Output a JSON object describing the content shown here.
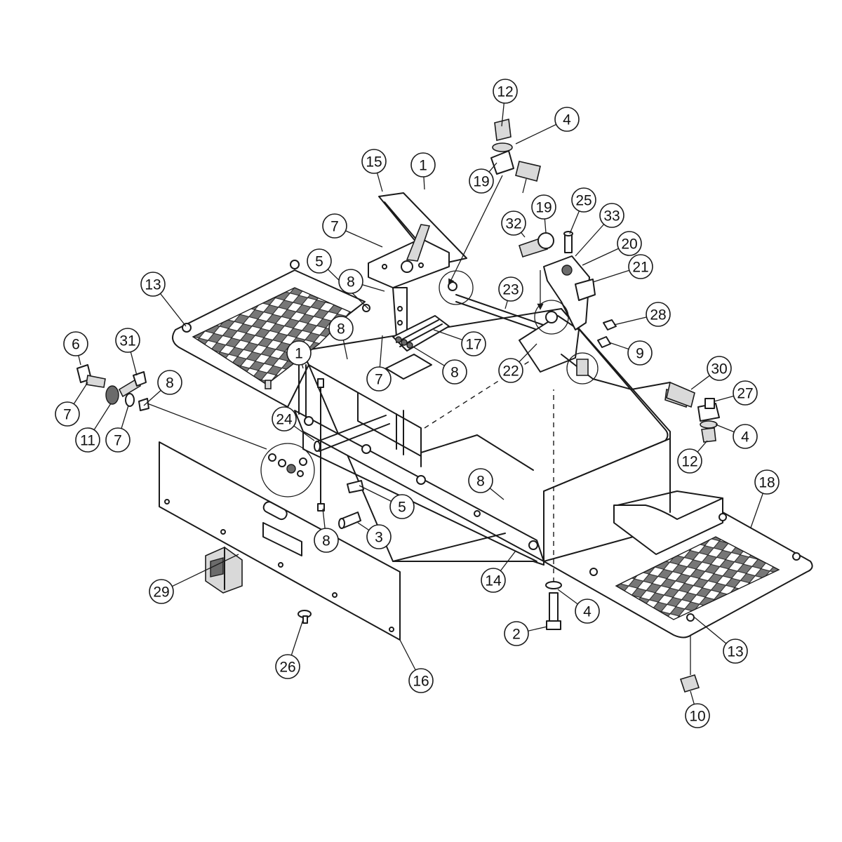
{
  "diagram": {
    "callouts": [
      {
        "id": "c12a",
        "label": "12"
      },
      {
        "id": "c4a",
        "label": "4"
      },
      {
        "id": "c19a",
        "label": "19"
      },
      {
        "id": "c15",
        "label": "15"
      },
      {
        "id": "c1a",
        "label": "1"
      },
      {
        "id": "c32",
        "label": "32"
      },
      {
        "id": "c19b",
        "label": "19"
      },
      {
        "id": "c25",
        "label": "25"
      },
      {
        "id": "c33",
        "label": "33"
      },
      {
        "id": "c20",
        "label": "20"
      },
      {
        "id": "c21",
        "label": "21"
      },
      {
        "id": "c7a",
        "label": "7"
      },
      {
        "id": "c5a",
        "label": "5"
      },
      {
        "id": "c13a",
        "label": "13"
      },
      {
        "id": "c8a",
        "label": "8"
      },
      {
        "id": "c23",
        "label": "23"
      },
      {
        "id": "c28",
        "label": "28"
      },
      {
        "id": "c8b",
        "label": "8"
      },
      {
        "id": "c17",
        "label": "17"
      },
      {
        "id": "c9",
        "label": "9"
      },
      {
        "id": "c6",
        "label": "6"
      },
      {
        "id": "c31",
        "label": "31"
      },
      {
        "id": "c1b",
        "label": "1"
      },
      {
        "id": "c7b",
        "label": "7"
      },
      {
        "id": "c8c",
        "label": "8"
      },
      {
        "id": "c22",
        "label": "22"
      },
      {
        "id": "c30",
        "label": "30"
      },
      {
        "id": "c8d",
        "label": "8"
      },
      {
        "id": "c27",
        "label": "27"
      },
      {
        "id": "c7c",
        "label": "7"
      },
      {
        "id": "c11",
        "label": "11"
      },
      {
        "id": "c7d",
        "label": "7"
      },
      {
        "id": "c24",
        "label": "24"
      },
      {
        "id": "c4b",
        "label": "4"
      },
      {
        "id": "c12b",
        "label": "12"
      },
      {
        "id": "c8e",
        "label": "8"
      },
      {
        "id": "c18",
        "label": "18"
      },
      {
        "id": "c5b",
        "label": "5"
      },
      {
        "id": "c8f",
        "label": "8"
      },
      {
        "id": "c3",
        "label": "3"
      },
      {
        "id": "c14",
        "label": "14"
      },
      {
        "id": "c29",
        "label": "29"
      },
      {
        "id": "c4c",
        "label": "4"
      },
      {
        "id": "c2",
        "label": "2"
      },
      {
        "id": "c13b",
        "label": "13"
      },
      {
        "id": "c26",
        "label": "26"
      },
      {
        "id": "c16",
        "label": "16"
      },
      {
        "id": "c10",
        "label": "10"
      }
    ]
  }
}
